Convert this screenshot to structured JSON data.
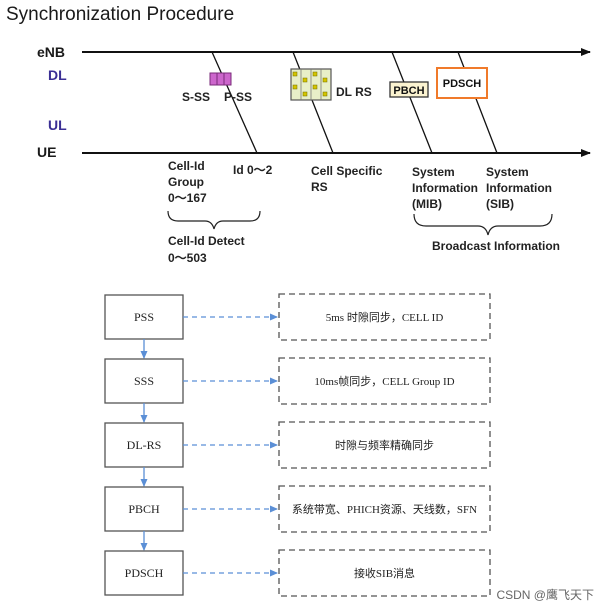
{
  "top": {
    "title": "Synchronization Procedure",
    "rows": {
      "enb": "eNB",
      "dl": "DL",
      "ul": "UL",
      "ue": "UE"
    },
    "signals": {
      "sss": "S-SS",
      "pss": "P-SS",
      "dlrs": "DL RS",
      "pbch": "PBCH",
      "pdsch": "PDSCH"
    },
    "labels": {
      "cell_id_group": [
        "Cell-Id",
        "Group",
        "0～167"
      ],
      "id_range": "Id 0～2",
      "cell_specific_rs": [
        "Cell Specific",
        "RS"
      ],
      "sys_info_mib": [
        "System",
        "Information",
        "(MIB)"
      ],
      "sys_info_sib": [
        "System",
        "Information",
        "(SIB)"
      ],
      "cell_id_detect": [
        "Cell-Id Detect",
        "0～503"
      ],
      "broadcast_info": "Broadcast Information"
    },
    "colors": {
      "pss_fill": "#cc66cc",
      "dlrs_fill": "#e8efc8",
      "dot_fill": "#d4c400",
      "pdsch_border": "#f07a2a",
      "dl_ul_text": "#3b2f95"
    }
  },
  "flow": {
    "steps": [
      {
        "label": "PSS",
        "desc": "5ms 时隙同步，CELL ID"
      },
      {
        "label": "SSS",
        "desc": "10ms帧同步，CELL Group ID"
      },
      {
        "label": "DL-RS",
        "desc": "时隙与频率精确同步"
      },
      {
        "label": "PBCH",
        "desc": "系统带宽、PHICH资源、天线数，SFN"
      },
      {
        "label": "PDSCH",
        "desc": "接收SIB消息"
      }
    ],
    "colors": {
      "arrow": "#5b8fd6",
      "box_border": "#555555",
      "desc_border": "#555555"
    }
  },
  "watermark": "CSDN @鹰飞天下"
}
